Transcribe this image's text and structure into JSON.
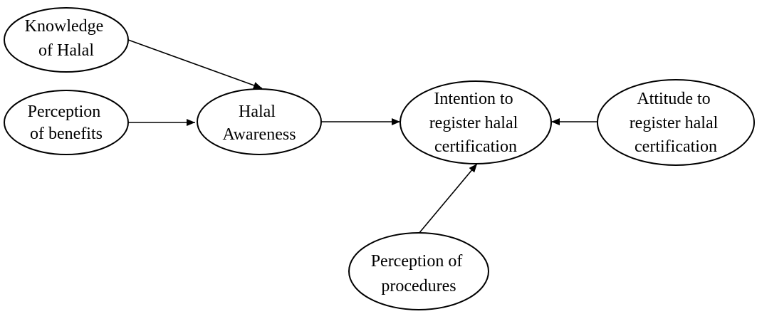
{
  "diagram": {
    "type": "path-model",
    "nodes": {
      "knowledge": {
        "lines": [
          "Knowledge",
          "of Halal"
        ]
      },
      "benefits": {
        "lines": [
          "Perception",
          "of benefits"
        ]
      },
      "awareness": {
        "lines": [
          "Halal",
          "Awareness"
        ]
      },
      "intention": {
        "lines": [
          "Intention to",
          "register halal",
          "certification"
        ]
      },
      "attitude": {
        "lines": [
          "Attitude to",
          "register halal",
          "certification"
        ]
      },
      "procedures": {
        "lines": [
          "Perception of",
          "procedures"
        ]
      }
    },
    "edges": [
      {
        "from": "knowledge",
        "to": "awareness"
      },
      {
        "from": "benefits",
        "to": "awareness"
      },
      {
        "from": "awareness",
        "to": "intention"
      },
      {
        "from": "attitude",
        "to": "intention"
      },
      {
        "from": "procedures",
        "to": "intention"
      }
    ],
    "colors": {
      "stroke": "#000000",
      "fill": "#ffffff",
      "text": "#000000"
    }
  }
}
